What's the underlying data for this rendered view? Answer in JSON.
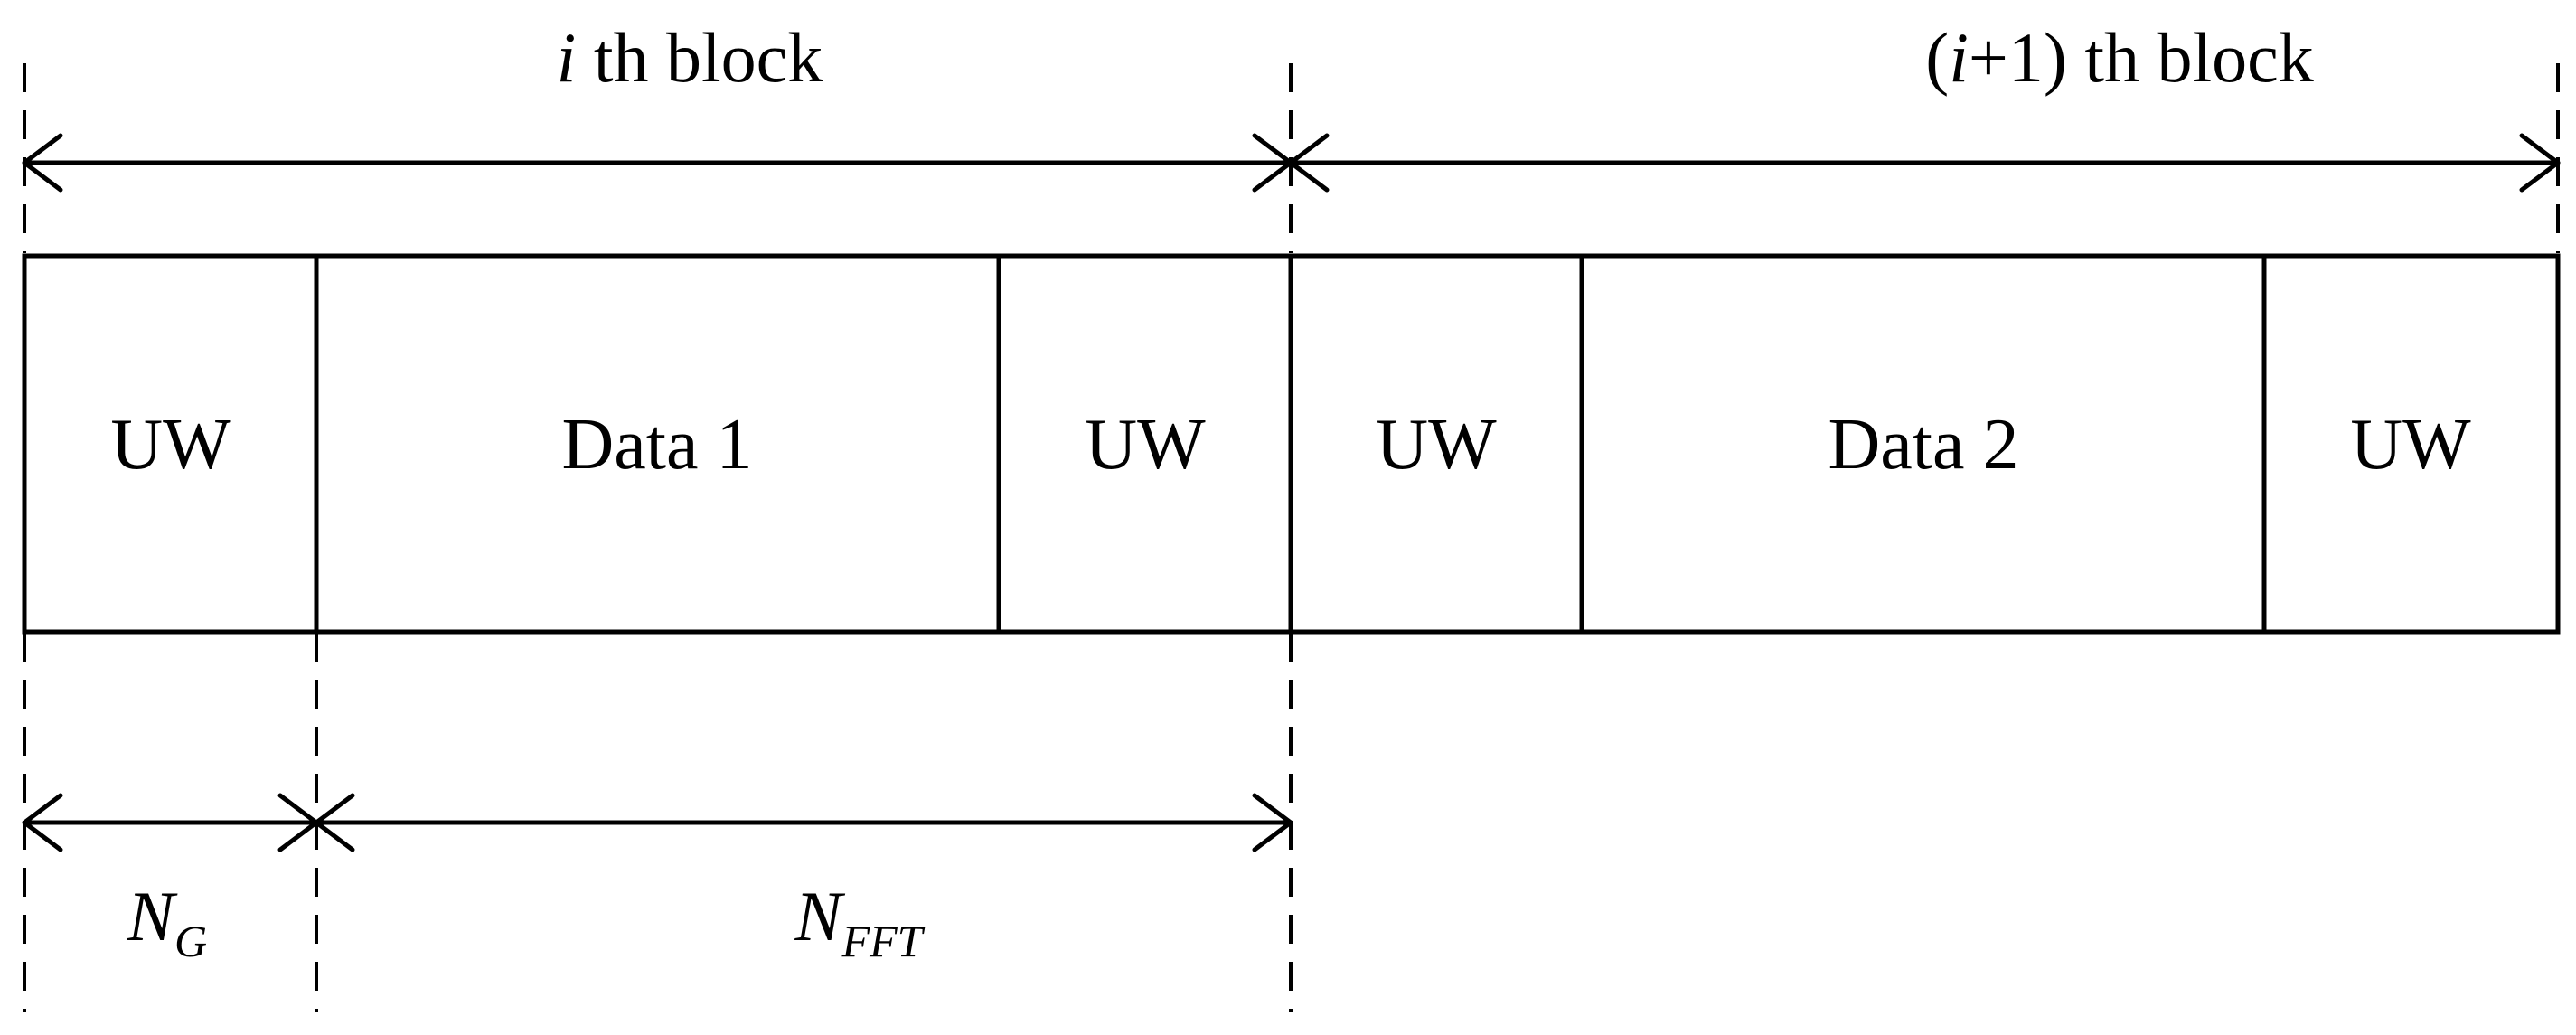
{
  "labels": {
    "block_i_var": "i",
    "block_i_rest": " th block",
    "block_next_open": "(",
    "block_next_var": "i",
    "block_next_rest": "+1) th block",
    "ng_main": "N",
    "ng_sub": "G",
    "nfft_main": "N",
    "nfft_sub": "FFT"
  },
  "segments": [
    {
      "label": "UW"
    },
    {
      "label": "Data 1"
    },
    {
      "label": "UW"
    },
    {
      "label": "UW"
    },
    {
      "label": "Data 2"
    },
    {
      "label": "UW"
    }
  ],
  "colors": {
    "line": "#000000",
    "background": "#ffffff"
  }
}
